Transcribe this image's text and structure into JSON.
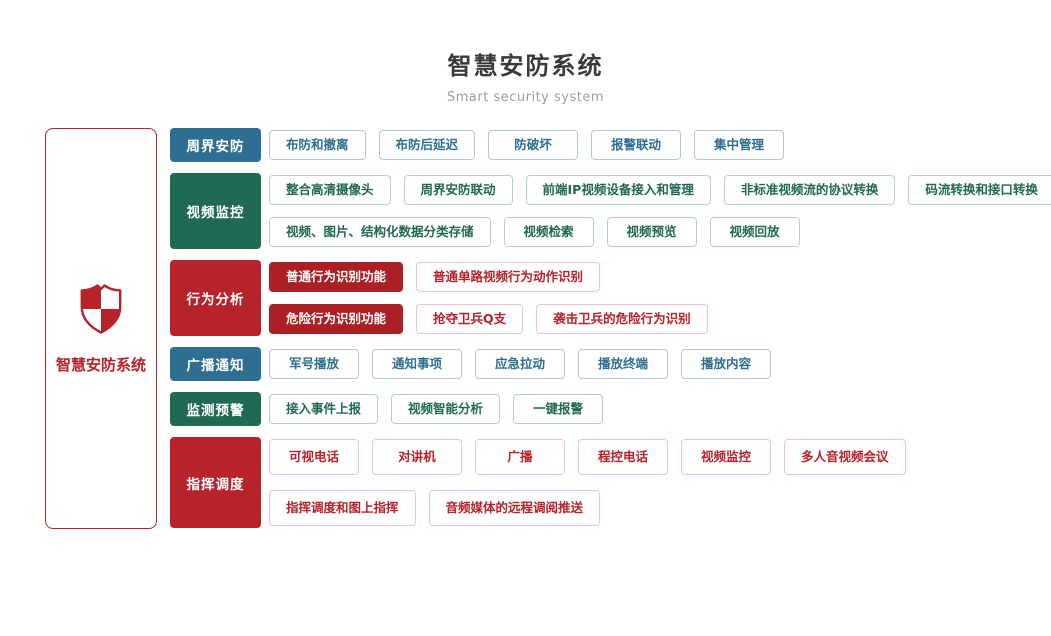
{
  "header": {
    "title": "智慧安防系统",
    "subtitle": "Smart security system"
  },
  "root": {
    "label": "智慧安防系统",
    "icon": "shield-icon"
  },
  "colors": {
    "blue": "#2e6f91",
    "blue_border": "#aecadb",
    "green": "#206954",
    "green_border": "#b4d2c8",
    "red": "#b7232a",
    "red_border": "#efc3c4",
    "red_filled": "#ac1f24",
    "title": "#3a3a3a",
    "subtitle": "#9e9e9e"
  },
  "rows": [
    {
      "category": "周界安防",
      "color": "blue",
      "lines": [
        [
          "布防和撤离",
          "布防后延迟",
          "防破坏",
          "报警联动",
          "集中管理"
        ]
      ]
    },
    {
      "category": "视频监控",
      "color": "green",
      "lines": [
        [
          "整合高清摄像头",
          "周界安防联动",
          "前端IP视频设备接入和管理",
          "非标准视频流的协议转换",
          "码流转换和接口转换"
        ],
        [
          "视频、图片、结构化数据分类存储",
          "视频检索",
          "视频预览",
          "视频回放"
        ]
      ]
    },
    {
      "category": "行为分析",
      "color": "red",
      "lines": [
        [
          {
            "label": "普通行为识别功能",
            "filled": true
          },
          "普通单路视频行为动作识别"
        ],
        [
          {
            "label": "危险行为识别功能",
            "filled": true
          },
          "抢夺卫兵Q支",
          "袭击卫兵的危险行为识别"
        ]
      ]
    },
    {
      "category": "广播通知",
      "color": "blue",
      "lines": [
        [
          "军号播放",
          "通知事项",
          "应急拉动",
          "播放终端",
          "播放内容"
        ]
      ]
    },
    {
      "category": "监测预警",
      "color": "green",
      "lines": [
        [
          "接入事件上报",
          "视频智能分析",
          "一键报警"
        ]
      ]
    },
    {
      "category": "指挥调度",
      "color": "red",
      "tall": true,
      "lines": [
        [
          "可视电话",
          "对讲机",
          "广播",
          "程控电话",
          "视频监控",
          "多人音视频会议"
        ],
        [
          "指挥调度和图上指挥",
          "音频媒体的远程调阅推送"
        ]
      ]
    }
  ]
}
